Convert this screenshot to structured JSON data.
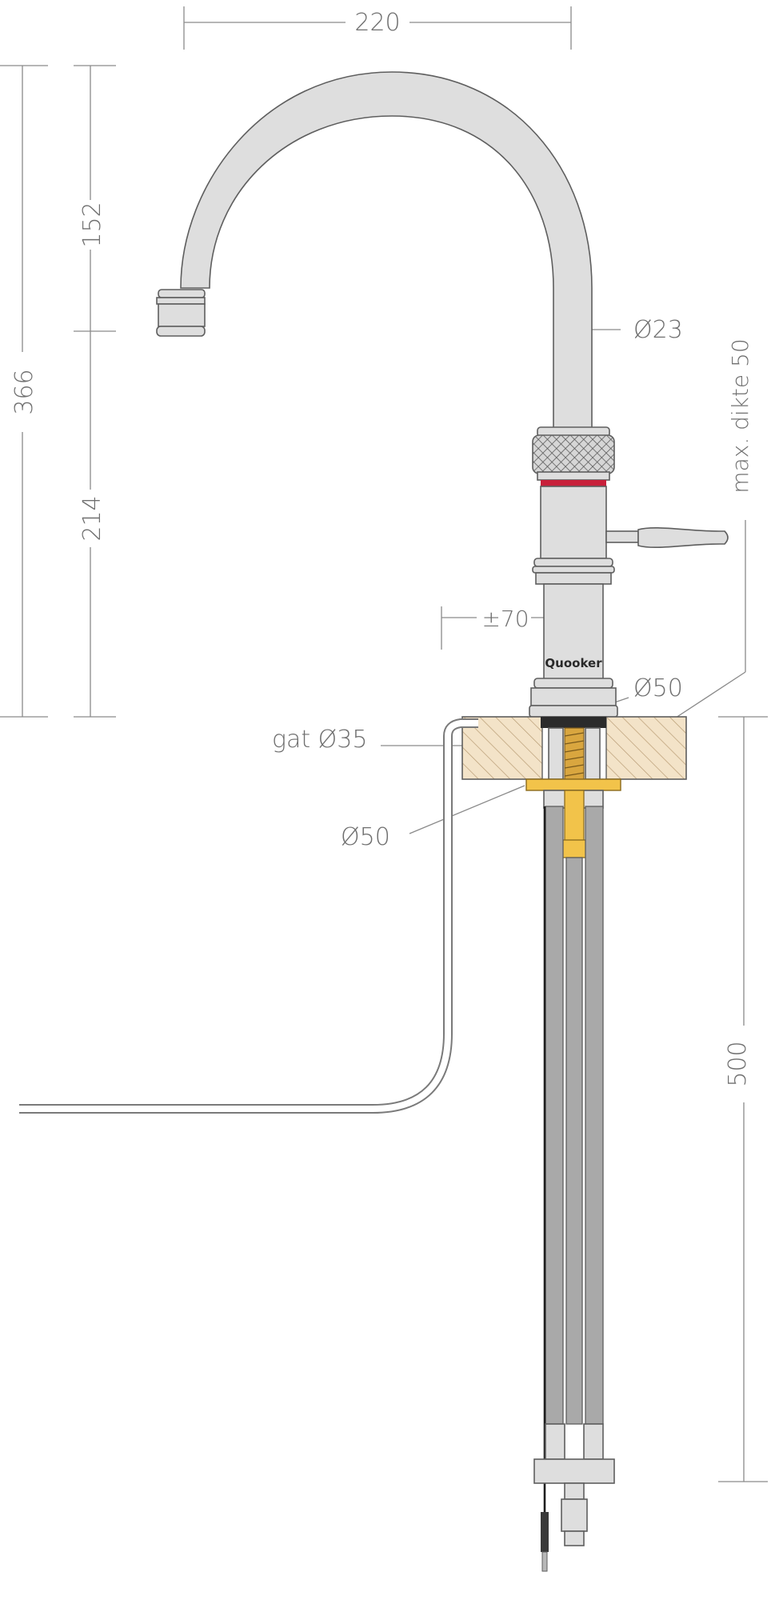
{
  "dimensions": {
    "width_top": "220",
    "total_height": "366",
    "upper_height": "152",
    "lower_height": "214",
    "spout_diameter": "Ø23",
    "max_thickness": "max. dikte 50",
    "offset": "±70",
    "base_diameter": "Ø50",
    "hole": "gat Ø35",
    "washer_diameter": "Ø50",
    "hose_length": "500"
  },
  "brand": "Quooker",
  "colors": {
    "steel": "#dedede",
    "outline": "#5e5e5e",
    "dim_line": "#8a8a8a",
    "countertop": "#f3e3c8",
    "hatch": "#b89c74",
    "washer": "#f2c34a",
    "red_ring": "#c8203a",
    "text": "#6f6f6f"
  },
  "icons": [
    "tap-diagram"
  ]
}
